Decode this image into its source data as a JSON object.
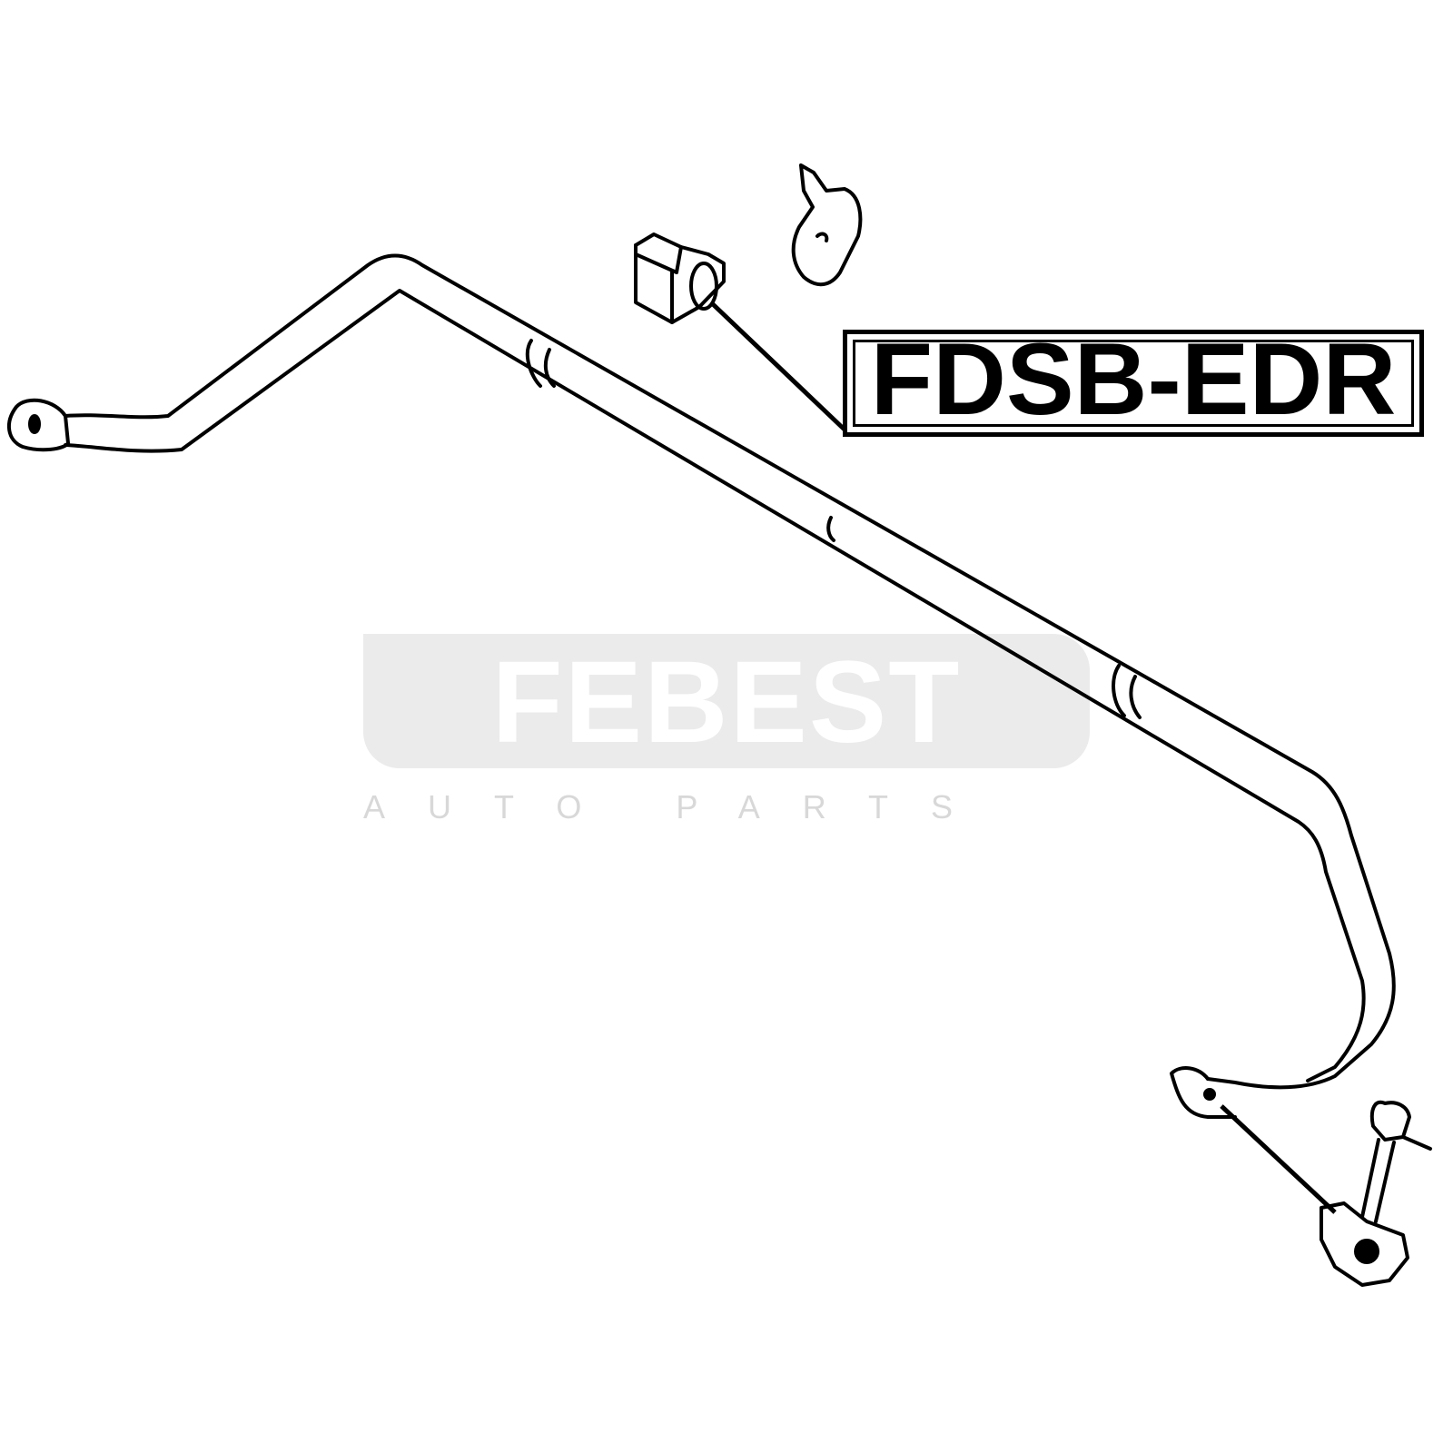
{
  "part_label": "FDSB-EDR",
  "watermark": {
    "brand": "FEBEST",
    "tagline": "AUTO PARTS"
  },
  "colors": {
    "line": "#000000",
    "watermark_bg": "#ebebeb",
    "watermark_sub": "#d8d8d8"
  }
}
